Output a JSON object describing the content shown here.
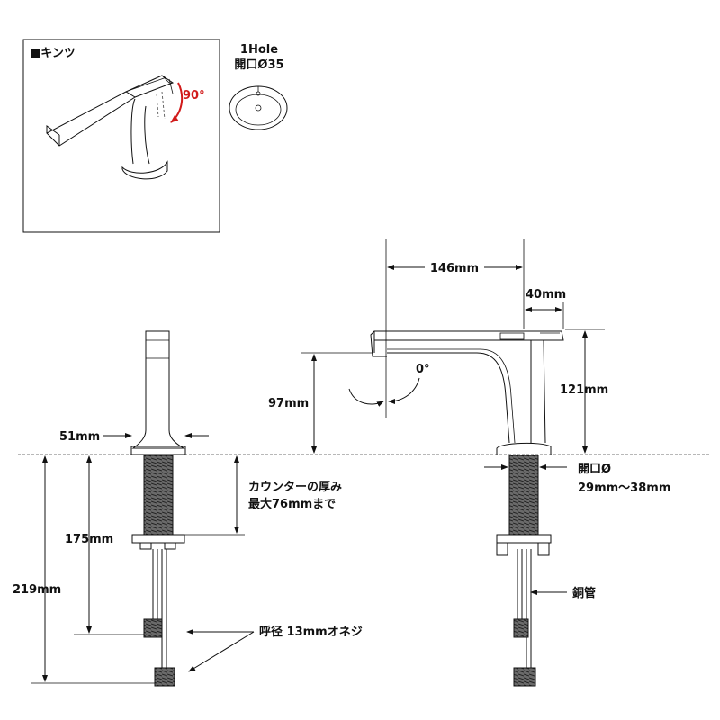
{
  "inset": {
    "title": "■キンツ",
    "angle_label": "90°"
  },
  "basin": {
    "line1": "1Hole",
    "line2": "開口Ø35"
  },
  "dims": {
    "spout_reach": "146mm",
    "handle_len": "40mm",
    "angle": "0°",
    "spout_height": "97mm",
    "total_height": "121mm",
    "base_width": "51mm",
    "counter_line1": "カウンターの厚み",
    "counter_line2": "最大76mmまで",
    "hole_line1": "開口Ø",
    "hole_line2": "29mm〜38mm",
    "shank_short": "175mm",
    "shank_long": "219mm",
    "copper_pipe": "銅管",
    "thread": "呼径 13mmオネジ"
  },
  "colors": {
    "line": "#111111",
    "accent": "#d11a1a",
    "thread_fill": "#555555"
  }
}
